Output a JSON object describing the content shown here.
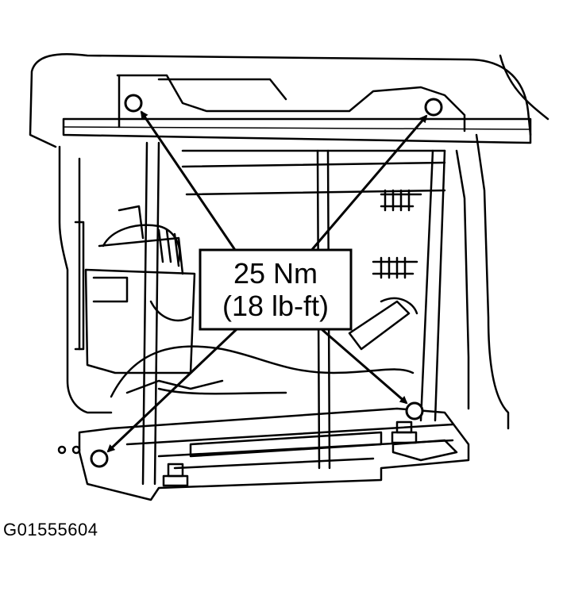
{
  "callout": {
    "torque_metric": "25 Nm",
    "torque_imperial": "(18 lb-ft)"
  },
  "figure_id": "G01555604",
  "fasteners": [
    "upper-left-bolt",
    "upper-right-bolt",
    "lower-left-bolt",
    "lower-right-bolt"
  ]
}
